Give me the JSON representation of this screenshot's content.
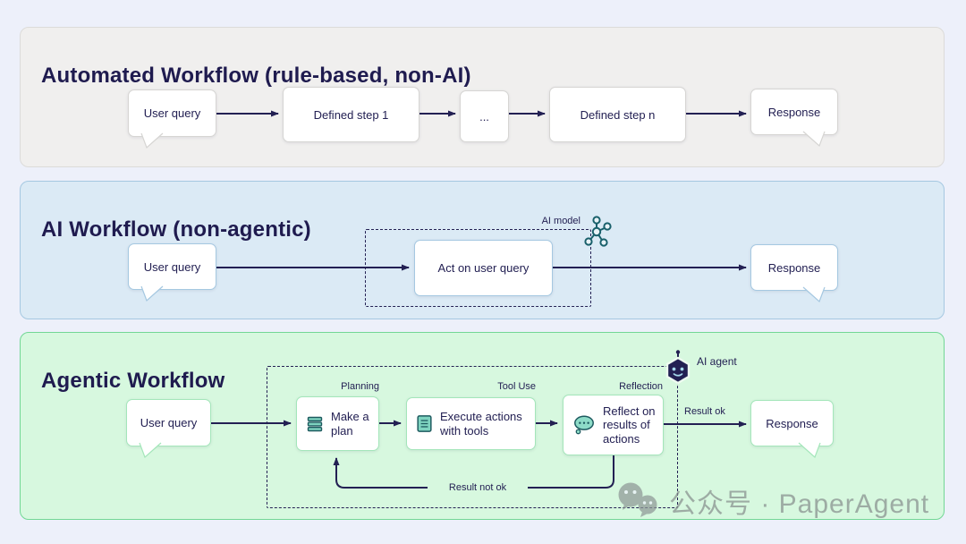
{
  "colors": {
    "navy": "#232053",
    "panel_automated_bg": "#f0efee",
    "panel_ai_bg": "#dbeaf5",
    "panel_agentic_bg": "#d7f8df",
    "teal_icon_fill": "#7fd4c0",
    "teal_icon_stroke": "#1d5a5f",
    "watermark_gray": "#98a1a1"
  },
  "automated": {
    "title": "Automated Workflow (rule-based, non-AI)",
    "user_query": "User query",
    "step1": "Defined step 1",
    "ellipsis": "...",
    "step_n": "Defined step n",
    "response": "Response"
  },
  "ai": {
    "title": "AI Workflow (non-agentic)",
    "model_label": "AI model",
    "user_query": "User query",
    "act": "Act on user query",
    "response": "Response"
  },
  "agentic": {
    "title": "Agentic Workflow",
    "agent_label": "AI agent",
    "planning_label": "Planning",
    "tool_use_label": "Tool Use",
    "reflection_label": "Reflection",
    "user_query": "User query",
    "plan": "Make a plan",
    "execute": "Execute actions with tools",
    "reflect": "Reflect on results of actions",
    "response": "Response",
    "result_ok": "Result ok",
    "result_not_ok": "Result not ok"
  },
  "watermark": {
    "text": "公众号 · PaperAgent"
  }
}
